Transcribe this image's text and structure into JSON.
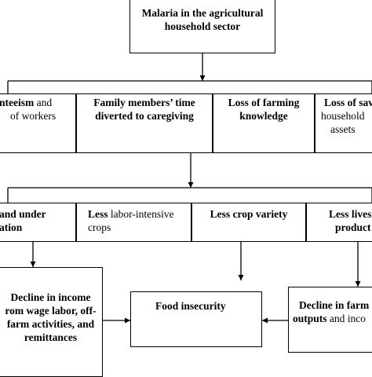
{
  "diagram": {
    "top": {
      "line1": "Malaria in the agricultural",
      "line2": "household sector"
    },
    "row1": {
      "absenteeism": {
        "bold": "nteeism",
        "rest": " and",
        "line2": "of workers"
      },
      "caregiving": {
        "line1": "Family members’ time",
        "line2": "diverted to caregiving"
      },
      "knowledge": {
        "line1": "Loss of farming",
        "line2": "knowledge"
      },
      "savings": {
        "line1": "Loss of sav",
        "line2": "household",
        "line3": "assets"
      }
    },
    "row2": {
      "under": {
        "line1": "and under",
        "line2": "ation"
      },
      "labor": {
        "bold": "Less",
        "rest": " labor-intensive",
        "line2": "crops"
      },
      "variety": {
        "line1": "Less crop variety"
      },
      "livestock": {
        "line1": "Less lives",
        "line2": "product"
      }
    },
    "bottom": {
      "income": {
        "line1": "Decline in income",
        "line2": "rom wage labor, off-",
        "line3": "farm activities, and",
        "line4": "remittances"
      },
      "food": {
        "line1": "Food insecurity"
      },
      "farm": {
        "line1": "Decline in farm",
        "bold2": "outputs",
        "rest2": " and inco"
      }
    }
  }
}
